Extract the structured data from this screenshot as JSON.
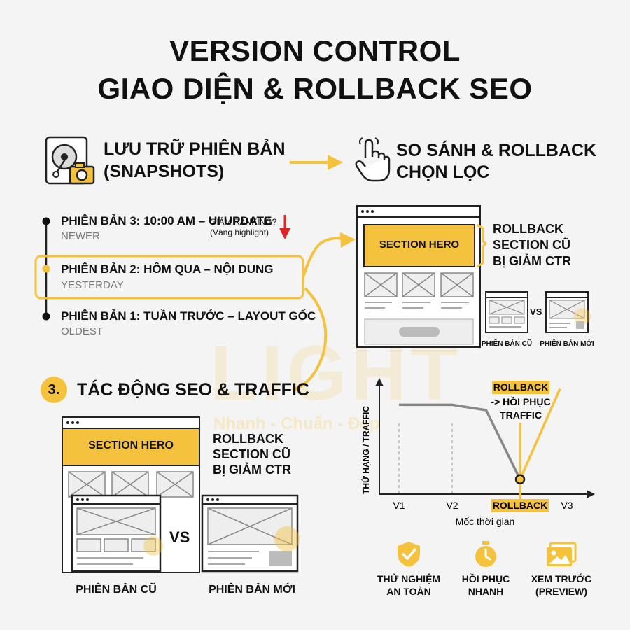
{
  "title_line1": "VERSION CONTROL",
  "title_line2": "GIAO DIỆN & ROLLBACK SEO",
  "section1": {
    "line1": "LƯU TRỮ PHIÊN BẢN",
    "line2": "(SNAPSHOTS)"
  },
  "section2": {
    "line1": "SO SÁNH & ROLLBACK",
    "line2": "CHỌN LỌC"
  },
  "versions": [
    {
      "title": "PHIÊN BẢN 3: 10:00 AM – UI UPDATE",
      "sub": "NEWER"
    },
    {
      "title": "PHIÊN BẢN 2: HÔM QUA – NỘI DUNG",
      "sub": "YESTERDAY"
    },
    {
      "title": "PHIÊN BẢN 1: TUẦN TRƯỚC – LAYOUT GỐC",
      "sub": "OLDEST"
    }
  ],
  "ranking_note": {
    "line1": "GIẢM RANKING?",
    "line2": "(Vàng highlight)"
  },
  "top_mock": {
    "hero": "SECTION HERO",
    "note_lines": [
      "ROLLBACK",
      "SECTION CŨ",
      "BỊ GIẢM CTR"
    ],
    "vs": "VS",
    "old_label": "PHIÊN BẢN CŨ",
    "new_label": "PHIÊN BẢN MỚI"
  },
  "section3": {
    "number": "3.",
    "label": "TÁC ĐỘNG SEO & TRAFFIC"
  },
  "bottom_mock": {
    "hero": "SECTION HERO",
    "note_lines": [
      "ROLLBACK",
      "SECTION CŨ",
      "BỊ GIẢM CTR"
    ],
    "vs": "VS",
    "old_label": "PHIÊN BẢN CŨ",
    "new_label": "PHIÊN BẢN MỚI"
  },
  "chart_data": {
    "type": "line",
    "ylabel": "THỨ HẠNG / TRAFFIC",
    "xlabel": "Mốc thời gian",
    "x_ticks": [
      "V1",
      "V2",
      "ROLLBACK",
      "V3"
    ],
    "annotation": {
      "badge": "ROLLBACK",
      "line2": "-> HỒI PHỤC",
      "line3": "TRAFFIC"
    },
    "series": [
      {
        "color": "#888888",
        "points": [
          [
            0,
            0.8
          ],
          [
            1.0,
            0.8
          ],
          [
            1.5,
            0.75
          ],
          [
            2.0,
            0.1
          ]
        ]
      },
      {
        "color": "#f5c23d",
        "points": [
          [
            2.0,
            0.1
          ],
          [
            2.85,
            0.95
          ]
        ]
      }
    ],
    "rollback_point": [
      2.0,
      0.1
    ]
  },
  "features": [
    {
      "icon": "shield-check-icon",
      "line1": "THỬ NGHIỆM",
      "line2": "AN TOÀN"
    },
    {
      "icon": "stopwatch-icon",
      "line1": "HỒI PHỤC",
      "line2": "NHANH"
    },
    {
      "icon": "image-preview-icon",
      "line1": "XEM TRƯỚC",
      "line2": "(PREVIEW)"
    }
  ],
  "watermark": {
    "main": "LIGHT",
    "tagline": "Nhanh - Chuẩn - Đẹp"
  },
  "colors": {
    "accent": "#f5c23d",
    "arrow_down": "#e02424",
    "line_gray": "#888888"
  }
}
